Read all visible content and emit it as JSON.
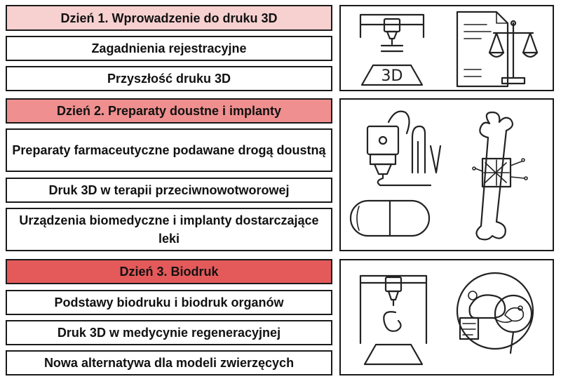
{
  "days": [
    {
      "header": "Dzień 1. Wprowadzenie do druku 3D",
      "topics": [
        "Zagadnienia rejestracyjne",
        "Przyszłość druku 3D"
      ],
      "icons": [
        "3d-printer-icon",
        "regulation-scales-icon"
      ],
      "header_color": "#f7d0d0"
    },
    {
      "header": "Dzień 2. Preparaty doustne i implanty",
      "topics": [
        "Preparaty farmaceutyczne podawane drogą doustną",
        "Druk 3D w terapii przeciwnowotworowej",
        "Urządzenia biomedyczne i implanty dostarczające leki"
      ],
      "icons": [
        "capsule-printer-icon",
        "bone-implant-icon"
      ],
      "header_color": "#ef8f8f"
    },
    {
      "header": "Dzień 3. Biodruk",
      "topics": [
        "Podstawy biodruku i biodruk organów",
        "Druk 3D w medycynie regeneracyjnej",
        "Nowa alternatywa dla modeli zwierzęcych"
      ],
      "icons": [
        "bioprinter-icon",
        "animal-model-magnifier-icon"
      ],
      "header_color": "#e45a5a"
    }
  ],
  "printer_badge": "3D"
}
